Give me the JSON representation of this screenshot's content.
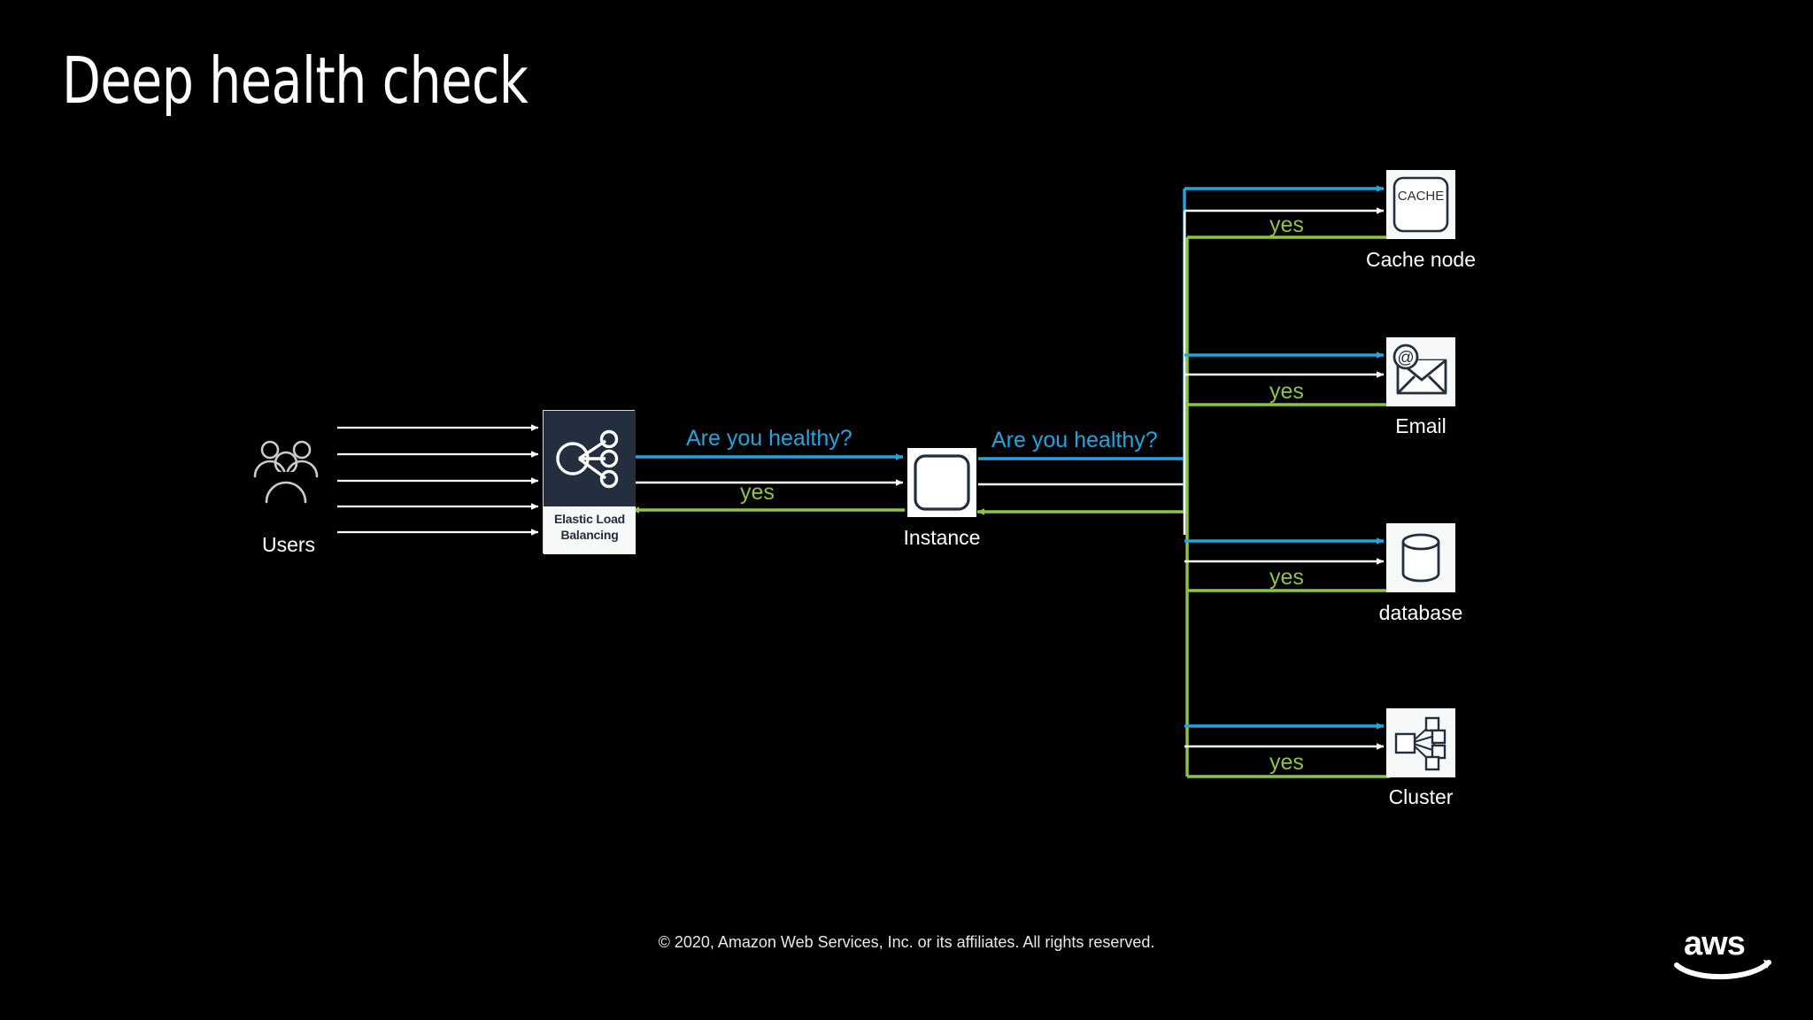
{
  "slide": {
    "title": "Deep health check",
    "background_color": "#000000",
    "footer": "© 2020, Amazon Web Services, Inc. or its affiliates. All rights reserved.",
    "logo_text": "aws",
    "logo_name": "aws-logo"
  },
  "colors": {
    "background": "#000000",
    "ask_blue": "#1fa5e0",
    "yes_green": "#8cc63f",
    "request_white": "#ffffff",
    "elb_dark": "#232f3e",
    "icon_tile": "#f7f8f8",
    "text_white": "#ffffff"
  },
  "nodes": [
    {
      "id": "users",
      "label": "Users",
      "icon": "users-icon"
    },
    {
      "id": "elb",
      "label": "Elastic Load\nBalancing",
      "label_line1": "Elastic Load",
      "label_line2": "Balancing",
      "icon": "elastic-load-balancing-icon"
    },
    {
      "id": "instance",
      "label": "Instance",
      "icon": "ec2-instance-icon"
    },
    {
      "id": "cache",
      "label": "Cache node",
      "icon": "cache-node-icon",
      "icon_text": "CACHE"
    },
    {
      "id": "email",
      "label": "Email",
      "icon": "email-envelope-icon"
    },
    {
      "id": "database",
      "label": "database",
      "icon": "database-cylinder-icon"
    },
    {
      "id": "cluster",
      "label": "Cluster",
      "icon": "cluster-nodes-icon"
    }
  ],
  "edge_labels": {
    "ask_elb_to_instance": "Are you healthy?",
    "ask_instance_to_services": "Are you healthy?",
    "yes_instance_to_elb": "yes",
    "yes_cache": "yes",
    "yes_email": "yes",
    "yes_database": "yes",
    "yes_cluster": "yes"
  },
  "diagram_flow": {
    "user_requests_count": 5,
    "health_check_question": "Are you healthy?",
    "health_check_answer": "yes",
    "description": "Users send requests to the Elastic Load Balancer, which performs a deep health check against the Instance; the Instance in turn health-checks Cache node, Email, database and Cluster, each answering yes."
  }
}
